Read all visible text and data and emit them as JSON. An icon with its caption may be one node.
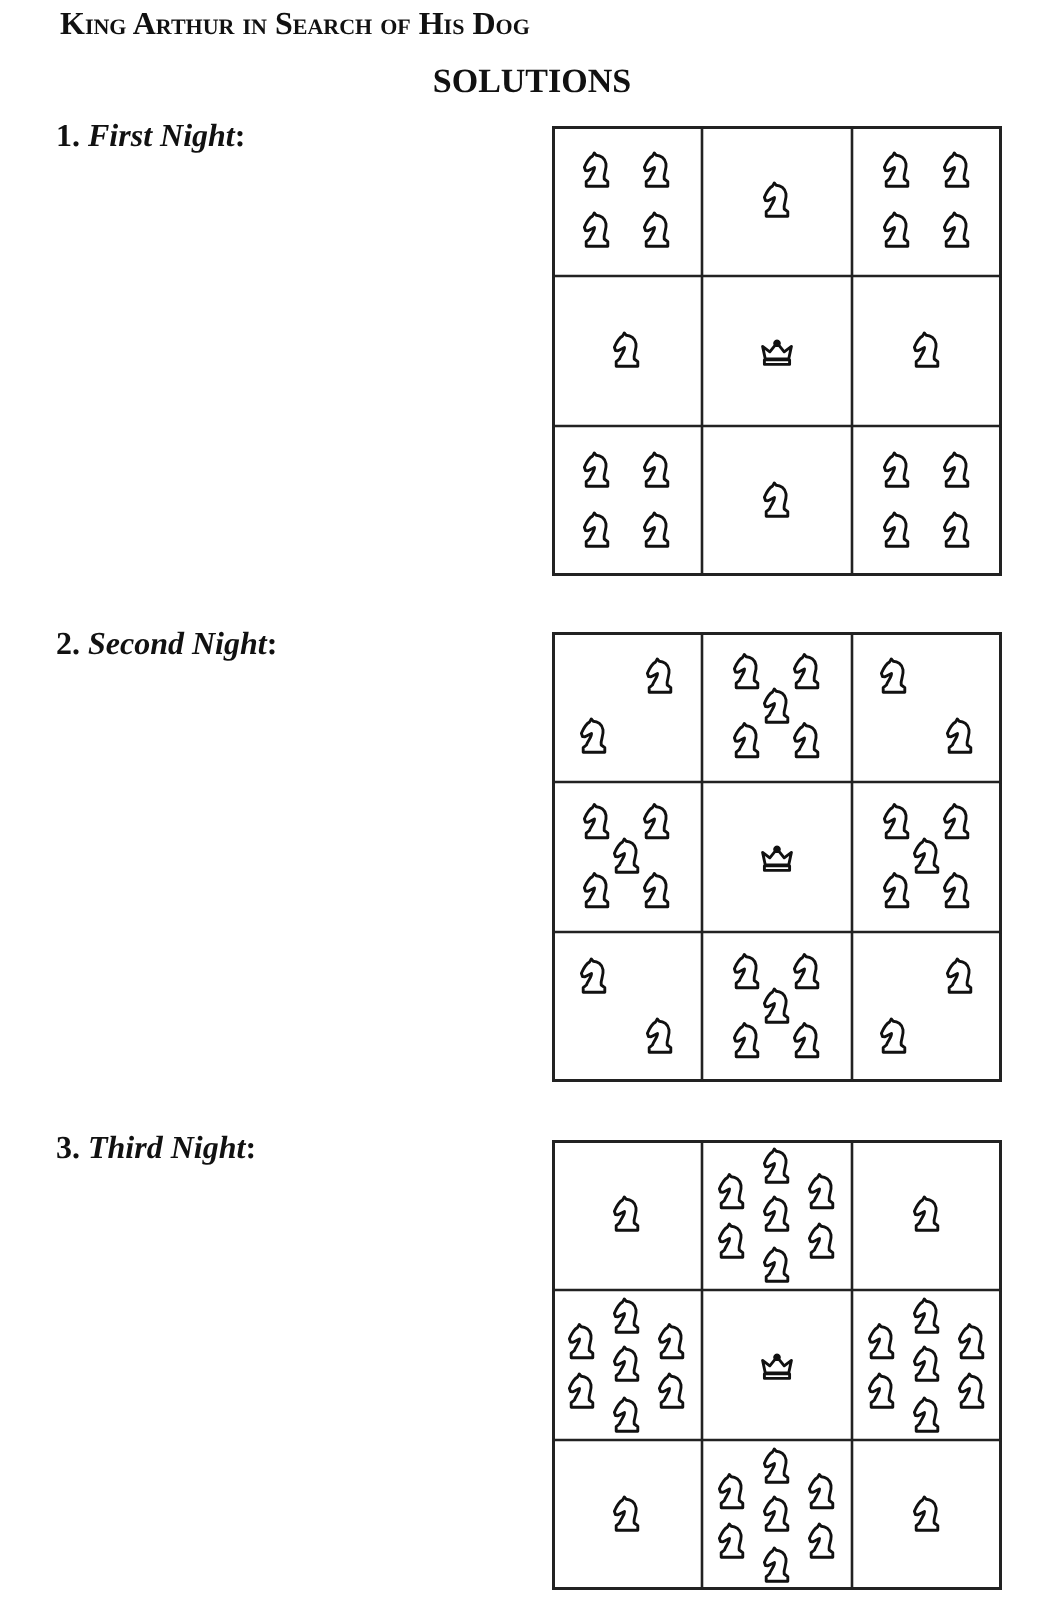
{
  "diagram": {
    "title": "King Arthur in Search of His Dog",
    "labels": [
      "SOLUTIONS",
      "1. *First Night*:",
      "2. *Second Night*:",
      "3. *Third Night*:"
    ]
  }
}
